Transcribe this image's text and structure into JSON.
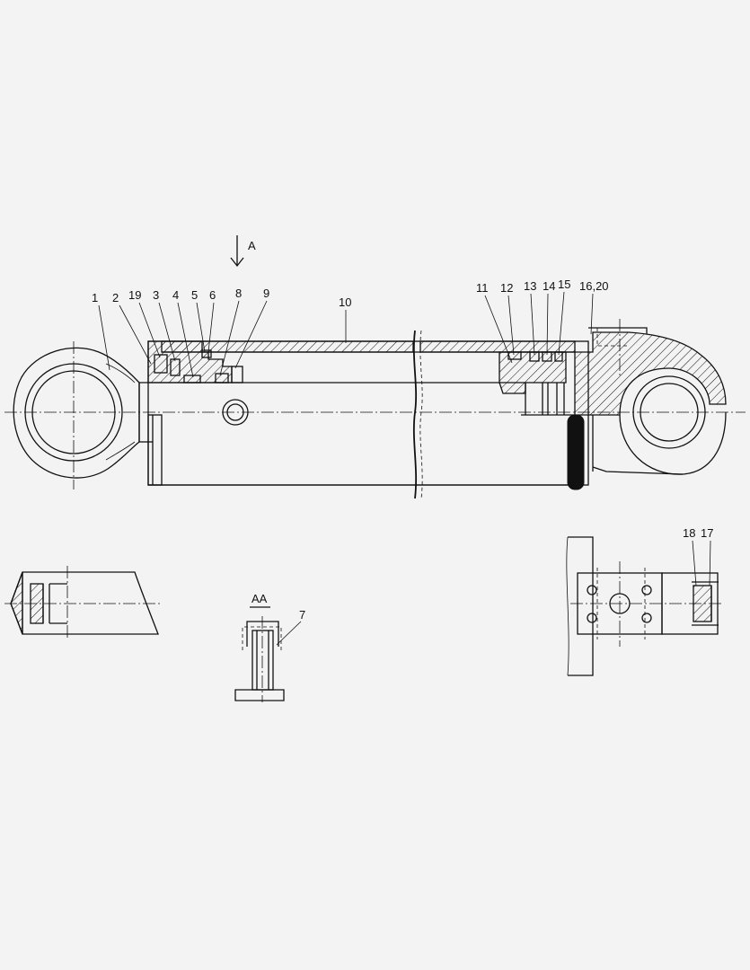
{
  "drawing": {
    "view_arrow_label": "A",
    "section_label": "AA",
    "part_labels": [
      "1",
      "2",
      "19",
      "3",
      "4",
      "5",
      "6",
      "8",
      "9",
      "10",
      "11",
      "12",
      "13",
      "14",
      "15",
      "16,20",
      "7",
      "18",
      "17"
    ]
  }
}
